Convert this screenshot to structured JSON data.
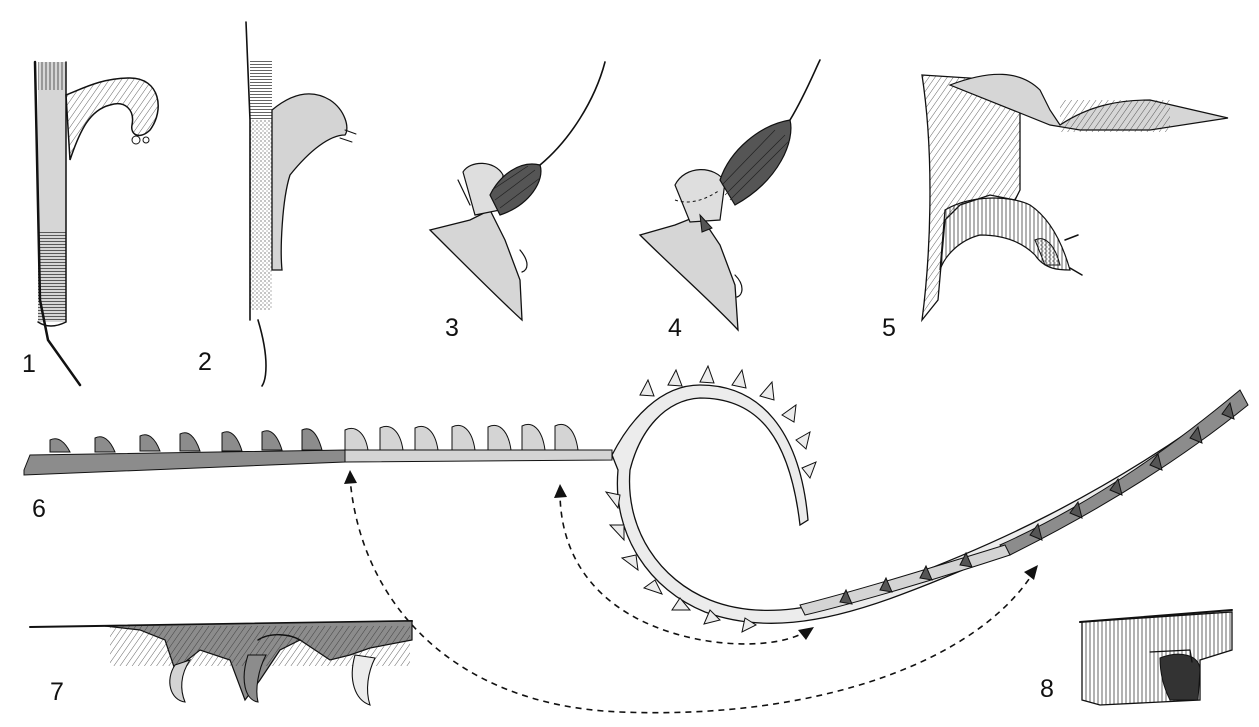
{
  "figure_labels": {
    "fig1": "1",
    "fig2": "2",
    "fig3": "3",
    "fig4": "4",
    "fig5": "5",
    "fig6": "6",
    "fig7": "7",
    "fig8": "8"
  },
  "colors": {
    "ink": "#111111",
    "light_gray": "#d4d4d4",
    "mid_gray": "#8c8c8c",
    "dark_gray": "#555555",
    "pale": "#ececec"
  }
}
